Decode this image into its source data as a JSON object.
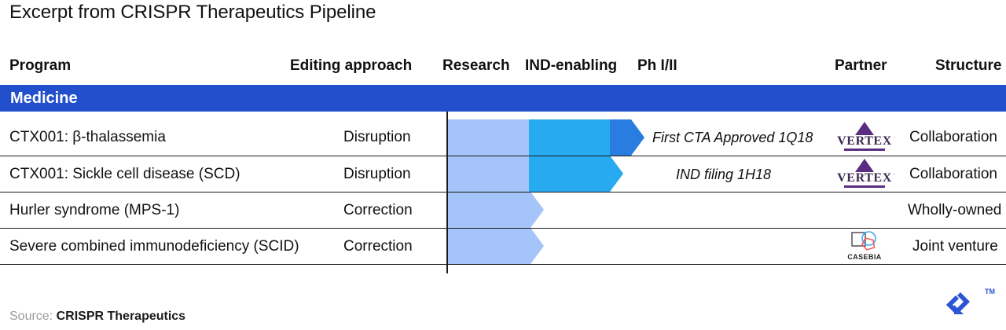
{
  "title": "Excerpt from CRISPR Therapeutics Pipeline",
  "table": {
    "columns": {
      "program": "Program",
      "editing_approach": "Editing approach",
      "research": "Research",
      "ind_enabling": "IND-enabling",
      "ph_i_ii": "Ph I/II",
      "partner": "Partner",
      "structure": "Structure"
    },
    "section_band": "Medicine",
    "rows": [
      {
        "program": "CTX001: β-thalassemia",
        "editing_approach": "Disruption",
        "note": "First CTA Approved 1Q18",
        "partner": "vertex-logo",
        "partner_name": "VERTEX",
        "structure": "Collaboration",
        "stages": [
          "research",
          "ind-enabling",
          "ph-i-ii-tip"
        ]
      },
      {
        "program": "CTX001: Sickle cell disease (SCD)",
        "editing_approach": "Disruption",
        "note": "IND filing 1H18",
        "partner": "vertex-logo",
        "partner_name": "VERTEX",
        "structure": "Collaboration",
        "stages": [
          "research",
          "ind-enabling"
        ]
      },
      {
        "program": "Hurler syndrome (MPS-1)",
        "editing_approach": "Correction",
        "note": "",
        "partner": "",
        "partner_name": "",
        "structure": "Wholly-owned",
        "stages": [
          "research"
        ]
      },
      {
        "program": "Severe combined immunodeficiency (SCID)",
        "editing_approach": "Correction",
        "note": "",
        "partner": "casebia-logo",
        "partner_name": "CASEBIA",
        "structure": "Joint venture",
        "stages": [
          "research"
        ]
      }
    ]
  },
  "colors": {
    "band_blue": "#2250cc",
    "stage_research": "#a5c4fa",
    "stage_ind": "#27aaf0",
    "stage_ph": "#2a7de0",
    "rule": "#1b1b1b",
    "vertex_purple": "#5b2d82",
    "brand_blue": "#2b55d4"
  },
  "footer": {
    "source_label": "Source:",
    "source_value": "CRISPR Therapeutics",
    "brand_mark": "statista-z-logo",
    "trademark": "TM"
  }
}
